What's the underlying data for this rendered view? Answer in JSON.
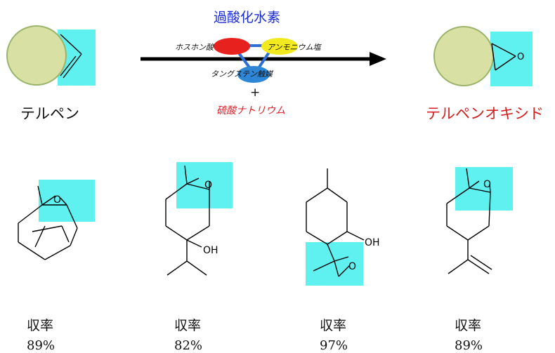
{
  "reaction": {
    "oxidant": "過酸化水素",
    "catalyst_phosphonic": "ホスホン酸",
    "catalyst_ammonium": "アンモニウム塩",
    "catalyst_tungsten": "タングステン触媒",
    "plus": "+",
    "additive": "硫酸ナトリウム",
    "start_label": "テルペン",
    "product_label": "テルペンオキシド"
  },
  "products": [
    {
      "yield_label": "収率",
      "yield_value": "89%",
      "atoms": [
        "O"
      ]
    },
    {
      "yield_label": "収率",
      "yield_value": "82%",
      "atoms": [
        "O",
        "OH"
      ]
    },
    {
      "yield_label": "収率",
      "yield_value": "97%",
      "atoms": [
        "OH",
        "O"
      ]
    },
    {
      "yield_label": "収率",
      "yield_value": "89%",
      "atoms": [
        "O"
      ]
    }
  ],
  "schematic_atom": "O",
  "colors": {
    "oxidant_text": "#1a2bd6",
    "additive_text": "#e01b24",
    "product_text": "#d42020",
    "terpene_circle": "#d8e0a4",
    "terpene_circle_edge": "#9ab46a",
    "highlight": "#5ff0f0",
    "phosphonic_oval": "#e6211e",
    "ammonium_oval": "#f2ea1f",
    "tungsten_oval": "#2e86d6",
    "arrow": "#000000"
  }
}
